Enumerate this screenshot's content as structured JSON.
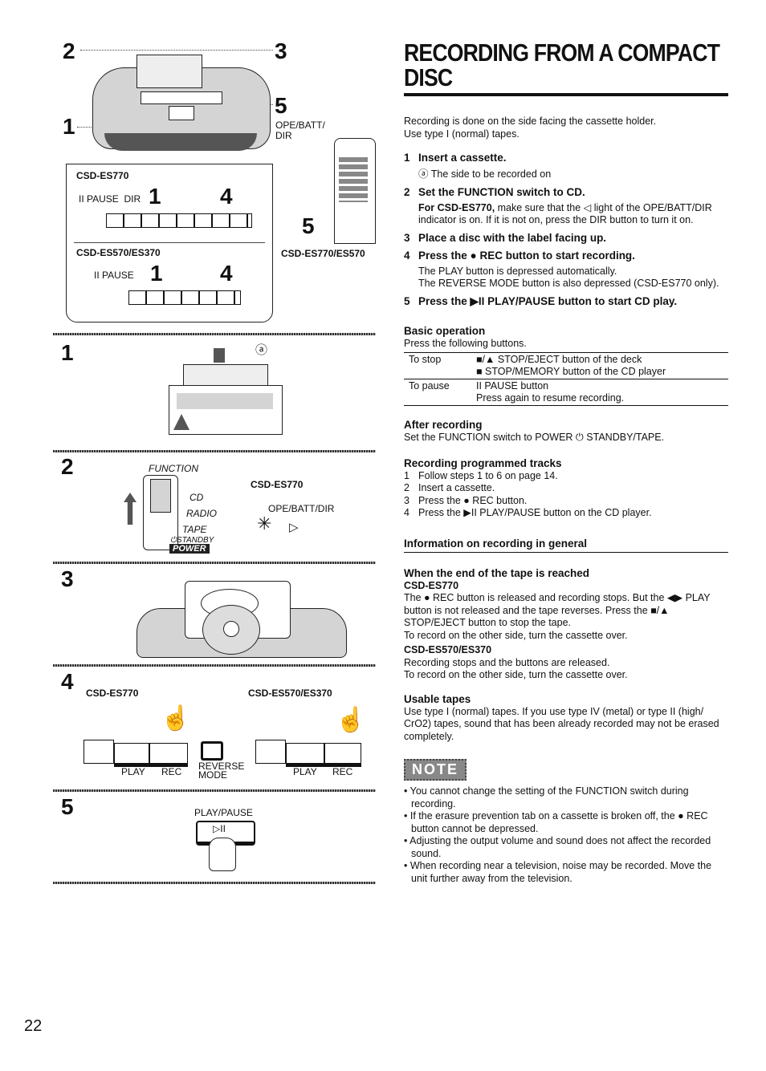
{
  "page_number": "22",
  "left": {
    "fig_top": {
      "callouts": [
        "2",
        "3",
        "5",
        "1"
      ],
      "ope_batt_dir": "OPE/BATT/\nDIR",
      "model_es770": "CSD-ES770",
      "pause_dir": "II PAUSE  DIR",
      "num1": "1",
      "num4": "4",
      "model_es570": "CSD-ES570/ES370",
      "pause": "II PAUSE",
      "num1b": "1",
      "num4b": "4",
      "remote_num": "5",
      "remote_model": "CSD-ES770/ES570"
    },
    "fig1": {
      "num": "1",
      "circle_a": "ⓐ"
    },
    "fig2": {
      "num": "2",
      "function": "FUNCTION",
      "cd": "CD",
      "radio": "RADIO",
      "tape": "TAPE",
      "standby": "⏻STANDBY",
      "power": "POWER",
      "model": "CSD-ES770",
      "ope": "OPE/BATT/DIR"
    },
    "fig3": {
      "num": "3"
    },
    "fig4": {
      "num": "4",
      "model_left": "CSD-ES770",
      "model_right": "CSD-ES570/ES370",
      "play": "PLAY",
      "rec": "REC",
      "reverse_mode": "REVERSE\nMODE",
      "play2": "PLAY",
      "rec2": "REC"
    },
    "fig5": {
      "num": "5",
      "play_pause": "PLAY/PAUSE"
    }
  },
  "right": {
    "title": "RECORDING FROM A COMPACT DISC",
    "intro1": "Recording is done on the side facing the cassette holder.",
    "intro2": "Use type I (normal) tapes.",
    "step1": {
      "n": "1",
      "text": "Insert a cassette."
    },
    "step1_sub": "ⓐ The side to be recorded on",
    "step2": {
      "n": "2",
      "text": "Set the FUNCTION switch to CD."
    },
    "step2_bold": "For CSD-ES770,",
    "step2_text": " make sure that the ◁ light of the OPE/BATT/DIR indicator is on. If it is not on, press the DIR button to turn it on.",
    "step3": {
      "n": "3",
      "text": "Place a disc with the label facing up."
    },
    "step4": {
      "n": "4",
      "text": "Press the ● REC button to start recording."
    },
    "step4_sub1": "The PLAY button is depressed automatically.",
    "step4_sub2": "The REVERSE MODE button is also depressed (CSD-ES770 only).",
    "step5": {
      "n": "5",
      "text": "Press the ▶II PLAY/PAUSE button to start CD play."
    },
    "basic_heading": "Basic operation",
    "basic_intro": "Press the following buttons.",
    "table": [
      {
        "label": "To stop",
        "lines": [
          "■/▲ STOP/EJECT button of the deck",
          "■ STOP/MEMORY button of the CD player"
        ]
      },
      {
        "label": "To pause",
        "lines": [
          "II PAUSE button",
          "Press again to resume recording."
        ]
      }
    ],
    "after_heading": "After recording",
    "after_text": "Set the FUNCTION switch to POWER ⏻ STANDBY/TAPE.",
    "prog_heading": "Recording programmed tracks",
    "prog_items": [
      {
        "n": "1",
        "text": "Follow steps 1 to 6 on page 14."
      },
      {
        "n": "2",
        "text": "Insert a cassette."
      },
      {
        "n": "3",
        "text": "Press the ● REC button."
      },
      {
        "n": "4",
        "text": "Press the ▶II PLAY/PAUSE button on the CD player."
      }
    ],
    "info_heading": "Information on recording in general",
    "end_heading": "When the end of the tape is reached",
    "end_model1": "CSD-ES770",
    "end_text1": "The ● REC button is released and recording stops. But the ◀▶ PLAY button is not released and the tape reverses. Press the ■/▲ STOP/EJECT button to stop the tape.",
    "end_text2": "To record on the other side, turn the cassette over.",
    "end_model2": "CSD-ES570/ES370",
    "end_text3": "Recording stops and the buttons are released.",
    "end_text4": "To record on the other side, turn the cassette over.",
    "usable_heading": "Usable tapes",
    "usable_text": "Use type I (normal) tapes. If you use type IV (metal) or type II (high/ CrO2) tapes, sound that has been already recorded may not be erased completely.",
    "note_label": "NOTE",
    "notes": [
      "• You cannot change the setting of the FUNCTION switch during recording.",
      "• If the erasure prevention tab on a cassette is broken off, the ● REC button cannot be depressed.",
      "• Adjusting the output volume and sound does not affect the recorded sound.",
      "• When recording near a television, noise may be recorded. Move the unit further away from the television."
    ]
  }
}
